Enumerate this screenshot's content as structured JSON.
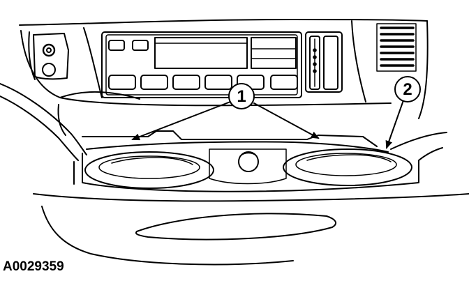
{
  "figure_id": "A0029359",
  "callouts": [
    {
      "label": "1"
    },
    {
      "label": "2"
    }
  ],
  "colors": {
    "line": "#000000",
    "fill": "#ffffff"
  }
}
